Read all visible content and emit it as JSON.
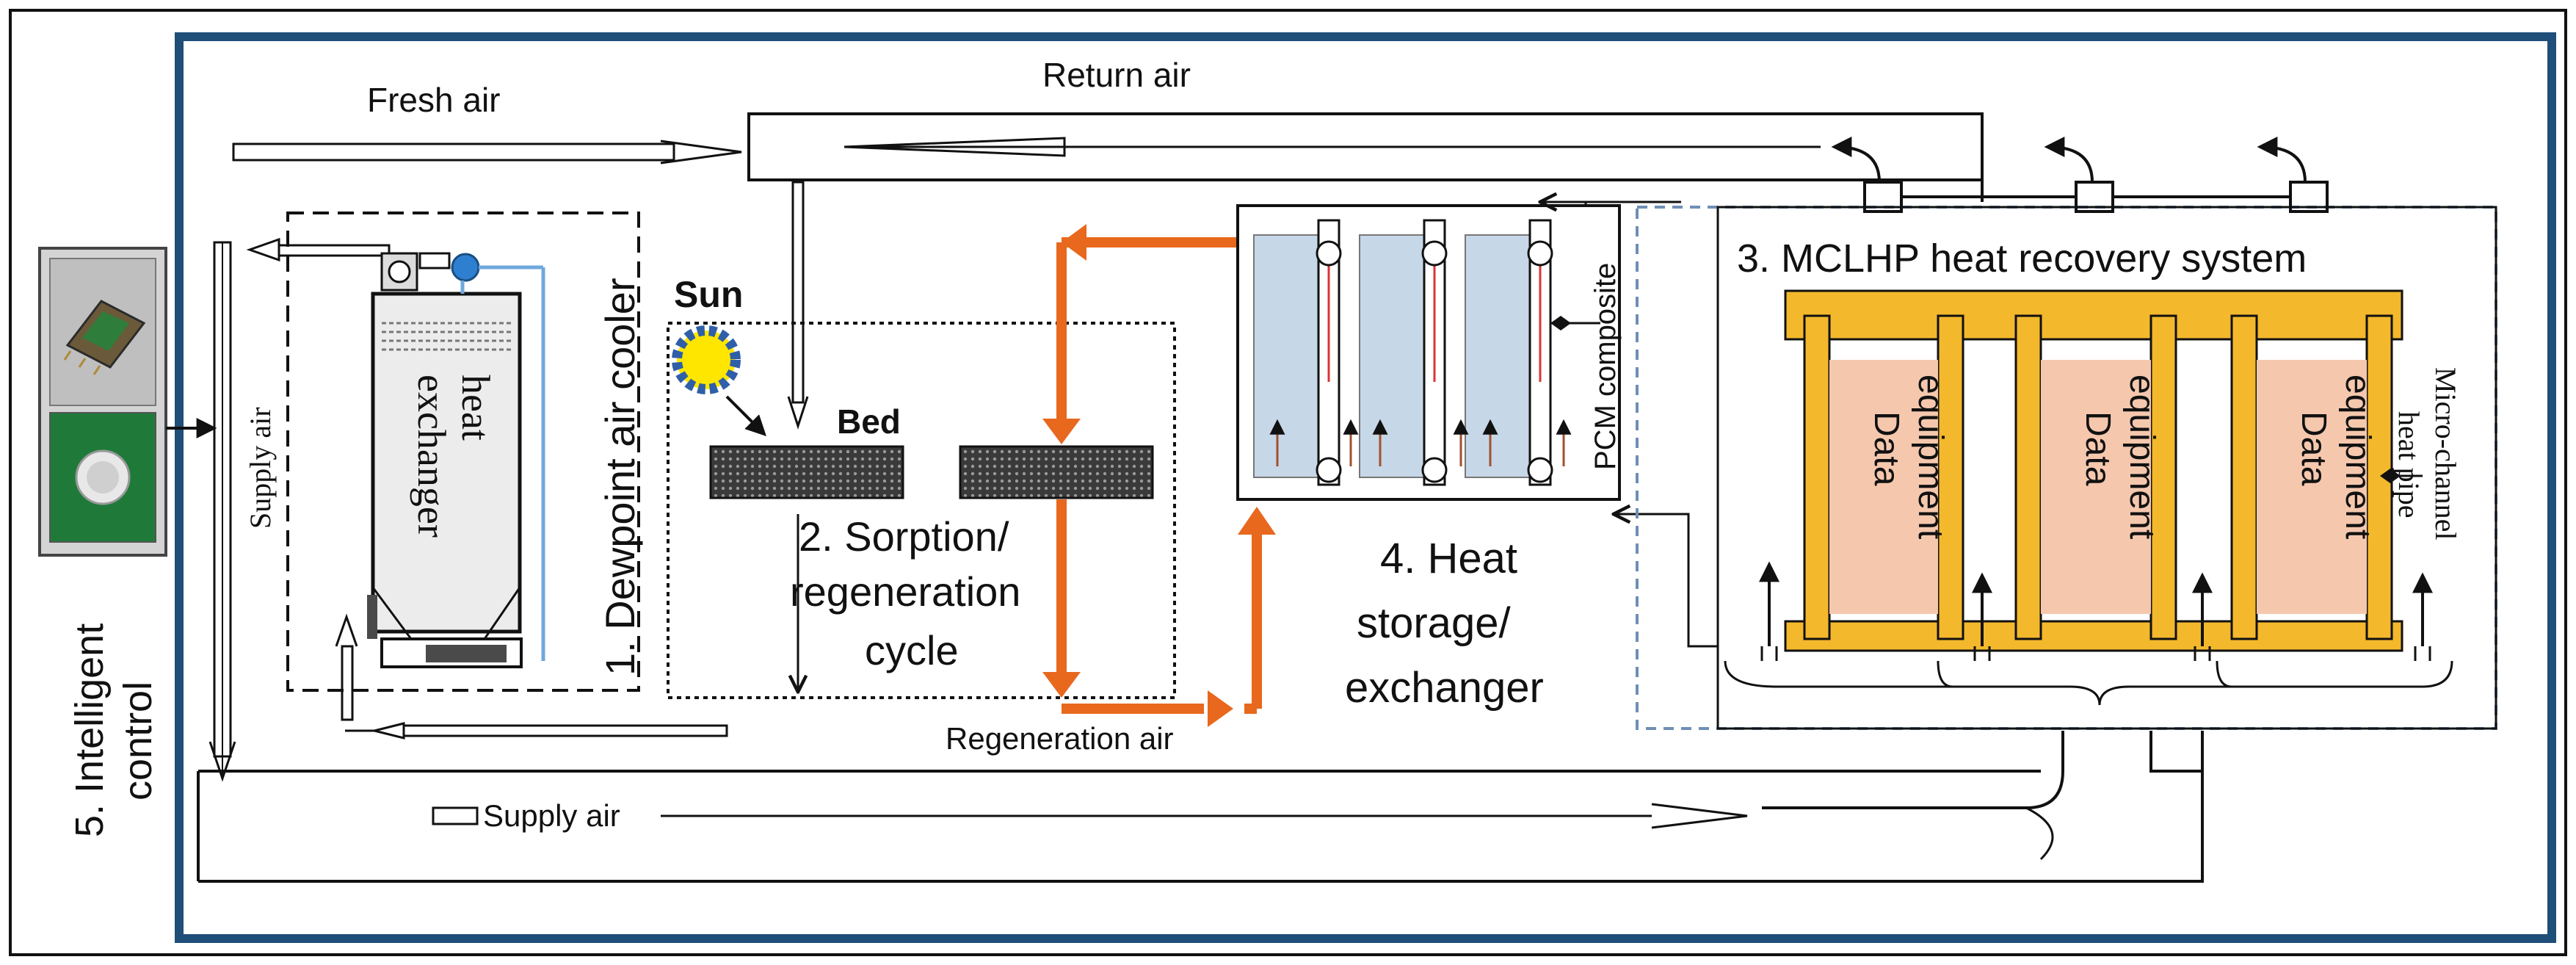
{
  "labels": {
    "fresh_air": "Fresh air",
    "return_air": "Return air",
    "supply_air_left": "Supply air",
    "supply_air_bottom": "Supply air",
    "regeneration_air": "Regeneration air",
    "sun": "Sun",
    "bed": "Bed",
    "heat_exchanger_line1": "heat",
    "heat_exchanger_line2": "exchanger",
    "dewpoint_cooler": "1. Dewpoint air cooler",
    "sorption_line1": "2. Sorption/",
    "sorption_line2": "regeneration",
    "sorption_line3": "cycle",
    "mclhp_title": "3. MCLHP heat recovery system",
    "heat_storage_line1": "4. Heat",
    "heat_storage_line2": "storage/",
    "heat_storage_line3": "exchanger",
    "pcm_composite": "PCM composite",
    "micro_channel_line1": "Micro-channel",
    "micro_channel_line2": "heat pipe",
    "data_line1": "Data",
    "data_line2": "equipment",
    "intelligent_line1": "5. Intelligent",
    "intelligent_line2": "control"
  },
  "colors": {
    "frame_blue": "#1f4e79",
    "regen_orange": "#e8681e",
    "heat_pipe_yellow": "#f3b82c",
    "equipment_pink": "#f5c8ae",
    "dashed_blue": "#6f8fb5",
    "sun_yellow": "#ffe600",
    "sun_blue": "#2f5fa8",
    "pcm_blue": "#c6d7e8",
    "bed_dark": "#3a3a3a"
  },
  "icons": [
    "sun-icon",
    "chip-icon",
    "sensor-icon",
    "fan-icon"
  ]
}
